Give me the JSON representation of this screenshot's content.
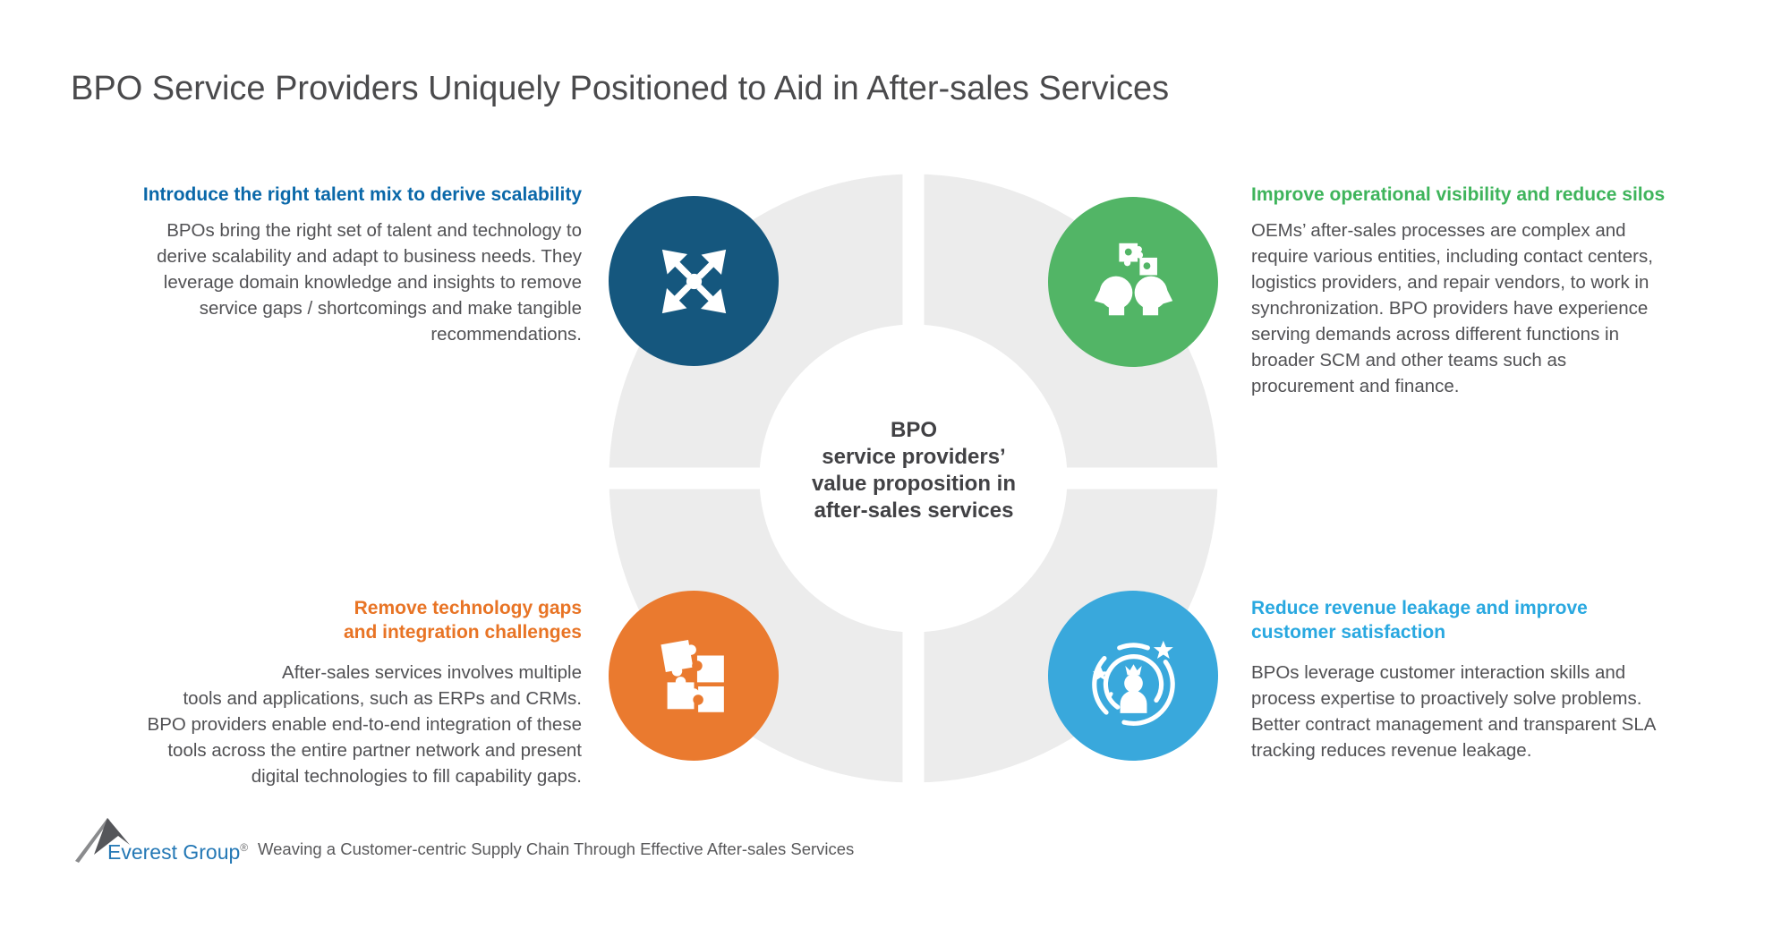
{
  "title": "BPO Service Providers Uniquely Positioned to Aid in After-sales Services",
  "center_label": "BPO\nservice providers’\nvalue proposition in\nafter-sales services",
  "quadrants": {
    "top_left": {
      "heading": "Introduce the right talent mix to derive scalability",
      "body": "BPOs bring the right set of talent and technology to\nderive scalability and adapt to business needs. They\nleverage domain knowledge and insights to remove\nservice gaps / shortcomings and make tangible\nrecommendations.",
      "heading_color": "#0a68a9",
      "circle_color": "#15577e",
      "icon": "expand-arrows-icon"
    },
    "top_right": {
      "heading": "Improve operational visibility and reduce silos",
      "body": "OEMs’ after-sales processes are complex and\nrequire various entities, including contact centers,\nlogistics providers, and repair vendors, to work in\nsynchronization. BPO providers have experience\nserving demands across different functions in\nbroader SCM and other teams such as\nprocurement and finance.",
      "heading_color": "#3eb45b",
      "circle_color": "#52b566",
      "icon": "collaboration-heads-puzzle-icon"
    },
    "bottom_left": {
      "heading": "Remove technology gaps\nand integration challenges",
      "body": "After-sales services involves multiple\ntools and applications, such as ERPs and CRMs.\nBPO providers enable end-to-end integration of these\ntools across the entire partner network and present\ndigital technologies to fill capability gaps.",
      "heading_color": "#e87425",
      "circle_color": "#ea7a2f",
      "icon": "puzzle-pieces-icon"
    },
    "bottom_right": {
      "heading": "Reduce revenue leakage and improve\ncustomer satisfaction",
      "body": "BPOs leverage customer interaction skills and\nprocess expertise to proactively solve problems.\nBetter contract management and transparent SLA\ntracking reduces revenue leakage.",
      "heading_color": "#29a8e0",
      "circle_color": "#39a8dc",
      "icon": "customer-satisfaction-icon"
    }
  },
  "footer": {
    "brand": "Everest Group",
    "registered_mark": "®",
    "tagline": "Weaving a Customer-centric Supply Chain Through Effective After-sales Services"
  },
  "colors": {
    "title_text": "#4a4a4c",
    "body_text": "#515154",
    "center_text": "#414144",
    "ring_gray": "#ececec",
    "logo_blue": "#2478b5",
    "mountain_gray": "#55565a"
  }
}
